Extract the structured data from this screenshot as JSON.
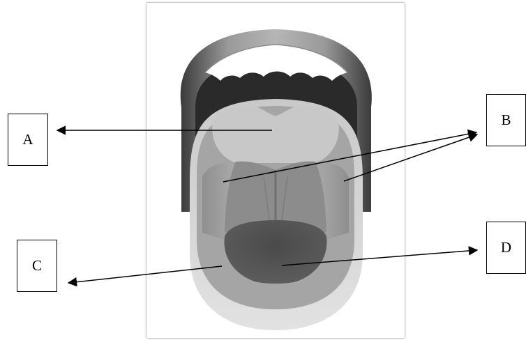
{
  "labels": {
    "a": "A",
    "b": "B",
    "c": "C",
    "d": "D"
  },
  "colors": {
    "tongue_front": "#c4c4c4",
    "tongue_edge": "#d9d9d9",
    "tongue_side": "#9e9e9e",
    "tongue_center": "#8a8a8a",
    "tongue_tip": "#4d4d4d",
    "mouth_dark": "#2a2a2a",
    "lip": "#7a7a7a",
    "teeth": "#ffffff"
  }
}
